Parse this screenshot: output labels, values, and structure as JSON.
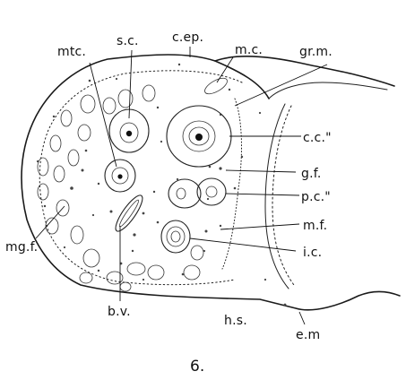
{
  "figure": {
    "number": "6."
  },
  "labels": {
    "sc": "s.c.",
    "cep": "c.ep.",
    "mtc": "mtc.",
    "mc": "m.c.",
    "grm": "gr.m.",
    "cc": "c.c.\"",
    "gf": "g.f.",
    "pc": "p.c.\"",
    "mf": "m.f.",
    "ic": "i.c.",
    "mgf": "mg.f.",
    "bv": "b.v.",
    "hs": "h.s.",
    "em": "e.m"
  },
  "colors": {
    "ink": "#111111",
    "background": "#ffffff"
  }
}
